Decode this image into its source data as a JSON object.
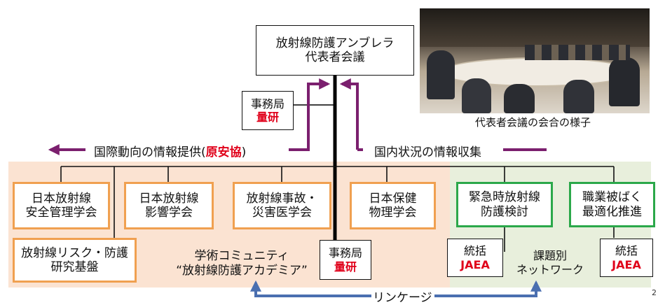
{
  "top_box": {
    "line1": "放射線防護アンブレラ",
    "line2": "代表者会議"
  },
  "photo_caption": "代表者会議の会合の様子",
  "secretariat_top": {
    "line1": "事務局",
    "line2": "量研"
  },
  "left_flow": {
    "prefix": "国際動向の情報提供(",
    "highlight": "原安協",
    "suffix": ")"
  },
  "right_flow": {
    "label": "国内状況の情報収集"
  },
  "societies": [
    {
      "line1": "日本放射線",
      "line2": "安全管理学会"
    },
    {
      "line1": "日本放射線",
      "line2": "影響学会"
    },
    {
      "line1": "放射線事故・",
      "line2": "災害医学会"
    },
    {
      "line1": "日本保健",
      "line2": "物理学会"
    }
  ],
  "research_base": {
    "line1": "放射線リスク・防護",
    "line2": "研究基盤"
  },
  "academia": {
    "line1": "学術コミュニティ",
    "line2": "“放射線防護アカデミア”"
  },
  "secretariat_academia": {
    "line1": "事務局",
    "line2": "量研"
  },
  "networks": [
    {
      "line1": "緊急時放射線",
      "line2": "防護検討"
    },
    {
      "line1": "職業被ばく",
      "line2": "最適化推進"
    }
  ],
  "coordinators": [
    {
      "line1": "統括",
      "line2": "JAEA"
    },
    {
      "line1": "統括",
      "line2": "JAEA"
    }
  ],
  "topic_network": {
    "line1": "課題別",
    "line2": "ネットワーク"
  },
  "linkage": "リンケージ",
  "page_number": "2",
  "colors": {
    "orange_border": "#f0a050",
    "green_border": "#2ba84a",
    "purple_arrow": "#7b1f6e",
    "blue_arrow": "#4a6fb0",
    "red_text": "#e0001a"
  }
}
